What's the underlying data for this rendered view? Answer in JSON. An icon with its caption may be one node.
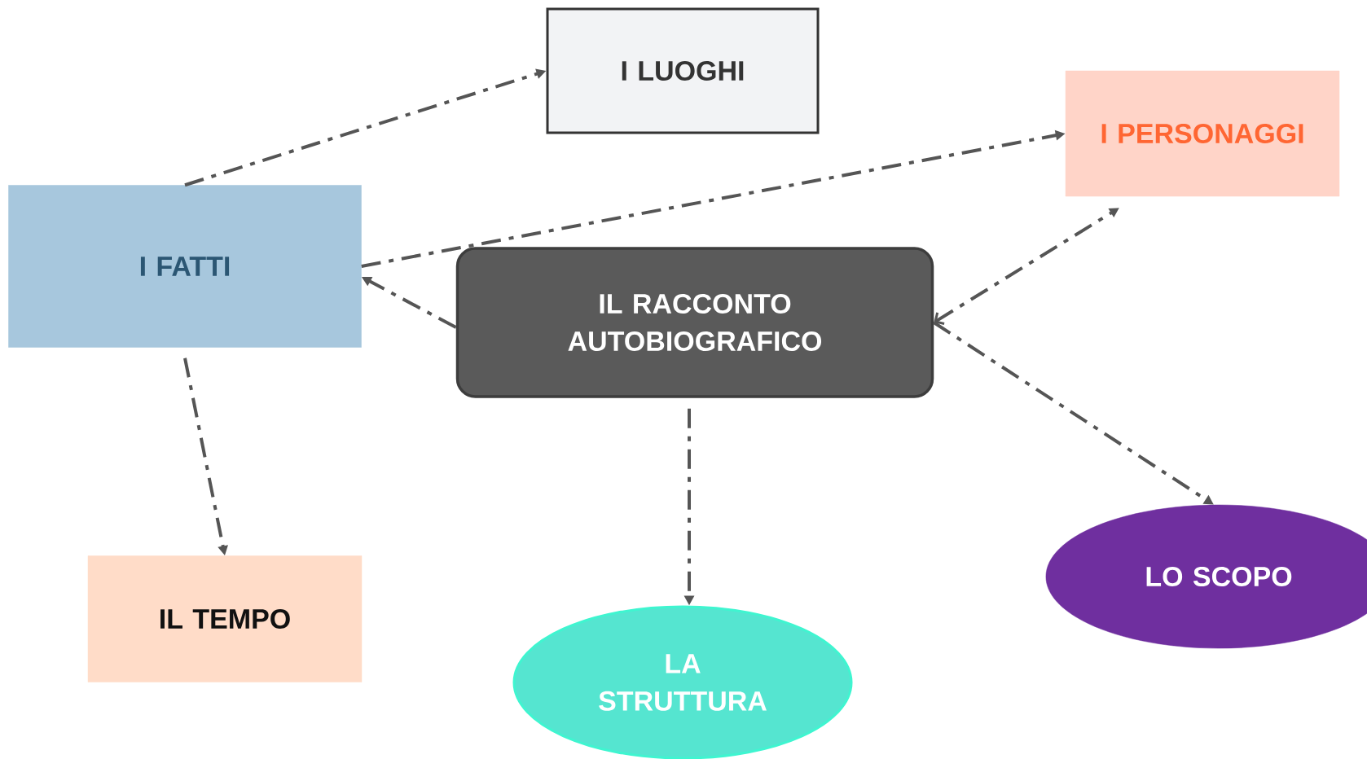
{
  "diagram": {
    "nodes": [
      {
        "text": [
          "I LUOGHI"
        ]
      },
      {
        "text": [
          "I PERSONAGGI"
        ]
      },
      {
        "text": [
          "I FATTI"
        ]
      },
      {
        "text": [
          "IL RACCONTO AUTOBIOGRAFICO"
        ]
      },
      {
        "text": [
          "LO SCOPO"
        ]
      },
      {
        "text": [
          "IL TEMPO"
        ]
      },
      {
        "text": [
          "LA STRUTTURA"
        ]
      }
    ],
    "edges": [
      {
        "from": 2,
        "to": 0,
        "arrow": "to",
        "style": "dashed"
      },
      {
        "from": 2,
        "to": 1,
        "arrow": "to",
        "style": "dashed"
      },
      {
        "from": 3,
        "to": 2,
        "arrow": "to",
        "style": "dashed"
      },
      {
        "from": 3,
        "to": 1,
        "arrow": "both",
        "style": "dashed"
      },
      {
        "from": 3,
        "to": 4,
        "arrow": "to",
        "style": "dashed"
      },
      {
        "from": 3,
        "to": 6,
        "arrow": "to",
        "style": "dashed"
      },
      {
        "from": 2,
        "to": 5,
        "arrow": "to",
        "style": "dashed"
      }
    ]
  }
}
